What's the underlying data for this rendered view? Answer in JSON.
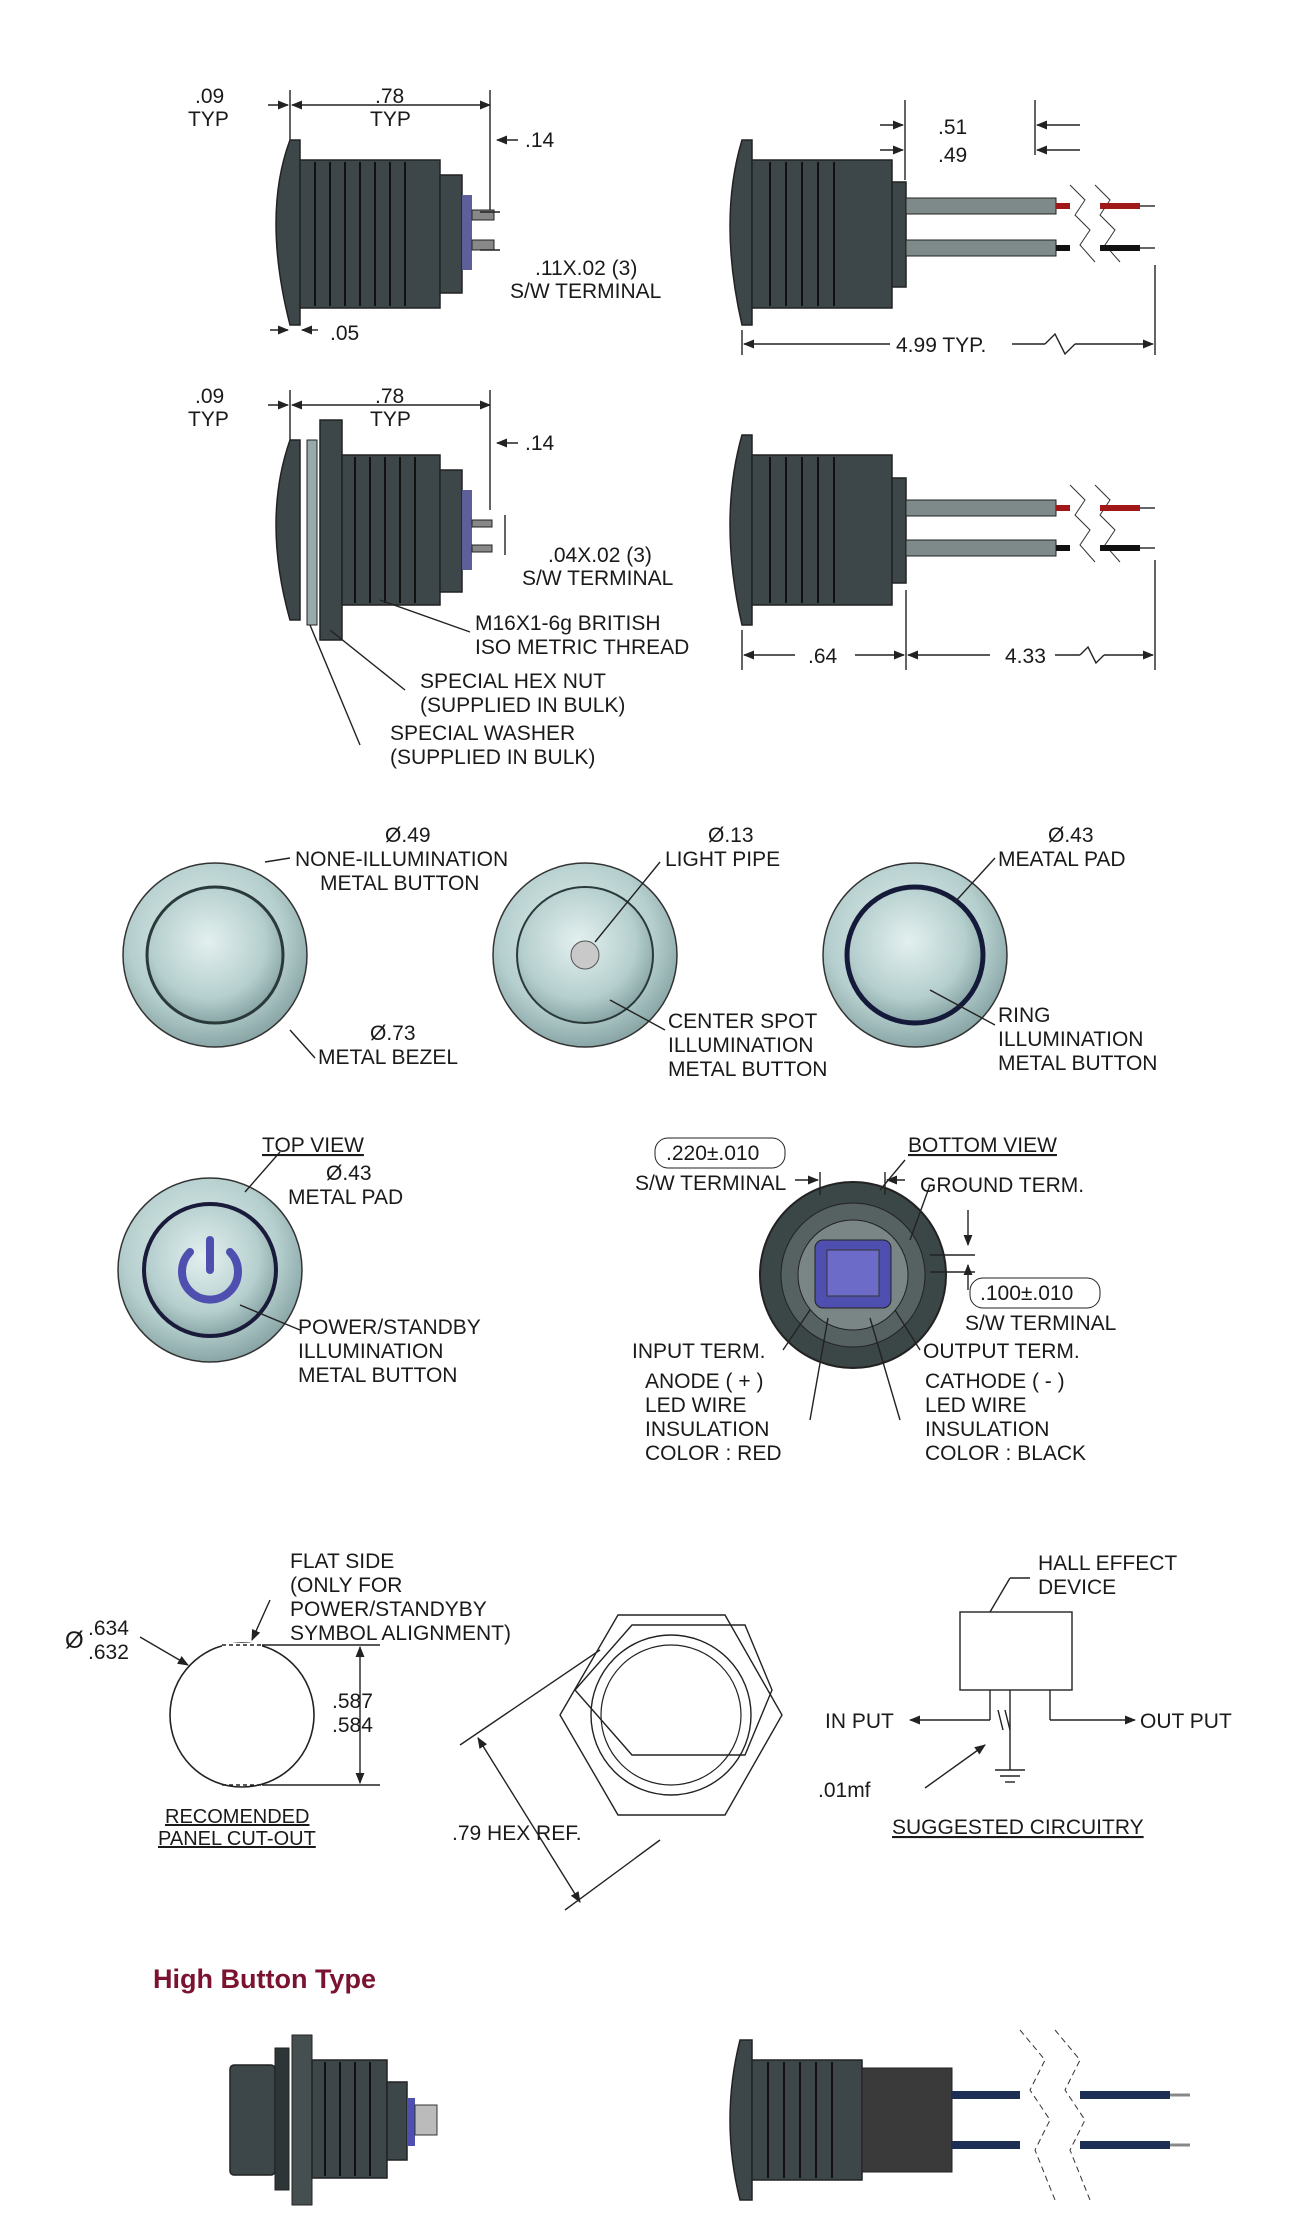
{
  "side_views": {
    "view1": {
      "typ_left": ".09",
      "typ_left_2": "TYP",
      "typ_len": ".78",
      "typ_len_2": "TYP",
      "term_gap": ".14",
      "terminal_1": ".11X.02 (3)",
      "terminal_2": "S/W TERMINAL",
      "bezel": ".05"
    },
    "view2": {
      "wire_1": ".51",
      "wire_2": ".49",
      "length": "4.99 TYP."
    },
    "view3": {
      "typ_left": ".09",
      "typ_left_2": "TYP",
      "typ_len": ".78",
      "typ_len_2": "TYP",
      "term_gap": ".14",
      "terminal_1": ".04X.02 (3)",
      "terminal_2": "S/W TERMINAL",
      "thread_1": "M16X1-6g BRITISH",
      "thread_2": "ISO METRIC THREAD",
      "nut_1": "SPECIAL HEX NUT",
      "nut_2": "(SUPPLIED IN BULK)",
      "washer_1": "SPECIAL WASHER",
      "washer_2": "(SUPPLIED IN BULK)"
    },
    "view4": {
      "dim_a": ".64",
      "dim_b": "4.33"
    }
  },
  "buttons": {
    "none_illum": {
      "dia": "Ø.49",
      "l1": "NONE-ILLUMINATION",
      "l2": "METAL BUTTON",
      "bezel_dia": "Ø.73",
      "bezel": "METAL BEZEL"
    },
    "center_spot": {
      "dia": "Ø.13",
      "l1": "LIGHT PIPE",
      "c1": "CENTER SPOT",
      "c2": "ILLUMINATION",
      "c3": "METAL BUTTON"
    },
    "ring": {
      "dia": "Ø.43",
      "l1": "MEATAL PAD",
      "r1": "RING",
      "r2": "ILLUMINATION",
      "r3": "METAL BUTTON"
    },
    "power": {
      "top_view": "TOP VIEW",
      "dia": "Ø.43",
      "pad": "METAL PAD",
      "p1": "POWER/STANDBY",
      "p2": "ILLUMINATION",
      "p3": "METAL BUTTON"
    }
  },
  "bottom_view": {
    "title": "BOTTOM VIEW",
    "dim_220": ".220±.010",
    "sw1": "S/W TERMINAL",
    "ground": "GROUND TERM.",
    "dim_100": ".100±.010",
    "sw2": "S/W TERMINAL",
    "input": "INPUT TERM.",
    "output": "OUTPUT TERM.",
    "anode": [
      "ANODE ( + )",
      "LED WIRE",
      "INSULATION",
      "COLOR : RED"
    ],
    "cathode": [
      "CATHODE ( - )",
      "LED WIRE",
      "INSULATION",
      "COLOR : BLACK"
    ]
  },
  "panel": {
    "flat": [
      "FLAT SIDE",
      "(ONLY FOR",
      "POWER/STANDYBY",
      "SYMBOL ALIGNMENT)"
    ],
    "dia_sym": "Ø",
    "dia_1": ".634",
    "dia_2": ".632",
    "h_1": ".587",
    "h_2": ".584",
    "cap_1": "RECOMENDED",
    "cap_2": "PANEL CUT-OUT",
    "hex": ".79 HEX REF."
  },
  "circuit": {
    "device_1": "HALL EFFECT",
    "device_2": "DEVICE",
    "in": "IN PUT",
    "out": "OUT PUT",
    "cap": ".01mf",
    "caption": "SUGGESTED CIRCUITRY"
  },
  "high_button": {
    "title": "High Button Type"
  },
  "colors": {
    "body": "#3d474a",
    "metal": "#a9c3c3",
    "led_blue": "#4f4fb0",
    "wire_red": "#a01818",
    "title_red": "#7a1230"
  }
}
